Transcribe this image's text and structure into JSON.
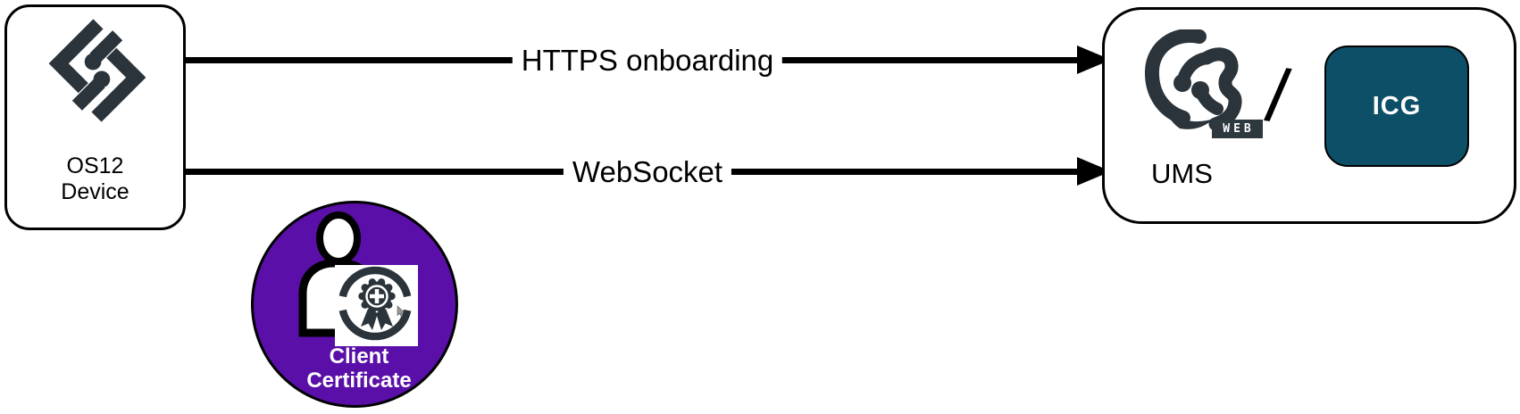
{
  "device_box": {
    "line1": "OS12",
    "line2": "Device"
  },
  "connections": [
    {
      "label": "HTTPS onboarding"
    },
    {
      "label": "WebSocket"
    }
  ],
  "server_box": {
    "web_badge": "WEB",
    "separator": "/",
    "icg_label": "ICG",
    "label": "UMS"
  },
  "certificate": {
    "line1": "Client",
    "line2": "Certificate"
  },
  "colors": {
    "logo_dark": "#2b343b",
    "icg_teal": "#0d4f66",
    "certificate_purple": "#5a0fa8",
    "line_black": "#000000"
  },
  "icons": {
    "igel-os-logo": "angular diamond logo with two dots",
    "igel-web-logo": "rounded logo with two dots and WEB tag",
    "person-icon": "user silhouette",
    "certificate-seal-icon": "award seal with plus sign and ribbons",
    "mouse-cursor-icon": "pointer arrow"
  }
}
